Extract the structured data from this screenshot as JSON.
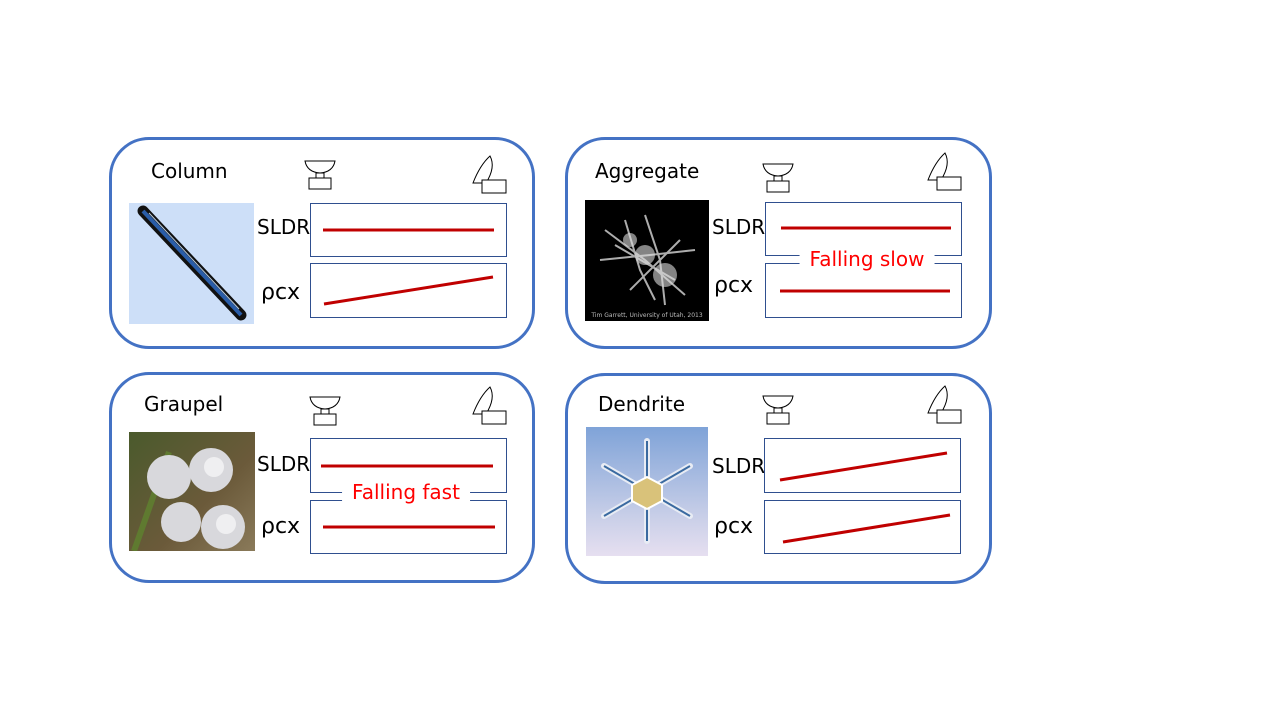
{
  "accent_color": "#4472C4",
  "line_color": "#C00000",
  "note_color": "#FF0000",
  "labels": {
    "sldr": "SLDR",
    "rhocx": "ρcx"
  },
  "panels": [
    {
      "title": "Column",
      "sldr_trend": "flat",
      "rhocx_trend": "increasing",
      "image": "column-crystal-photo"
    },
    {
      "title": "Aggregate",
      "sldr_trend": "flat",
      "rhocx_trend": "flat",
      "note": "Falling slow",
      "image": "aggregate-snowflake-photo",
      "image_caption": "Tim Garrett, University of Utah, 2013"
    },
    {
      "title": "Graupel",
      "sldr_trend": "flat",
      "rhocx_trend": "flat",
      "note": "Falling fast",
      "image": "graupel-photo"
    },
    {
      "title": "Dendrite",
      "sldr_trend": "increasing",
      "rhocx_trend": "increasing",
      "image": "dendrite-snowflake-photo"
    }
  ]
}
